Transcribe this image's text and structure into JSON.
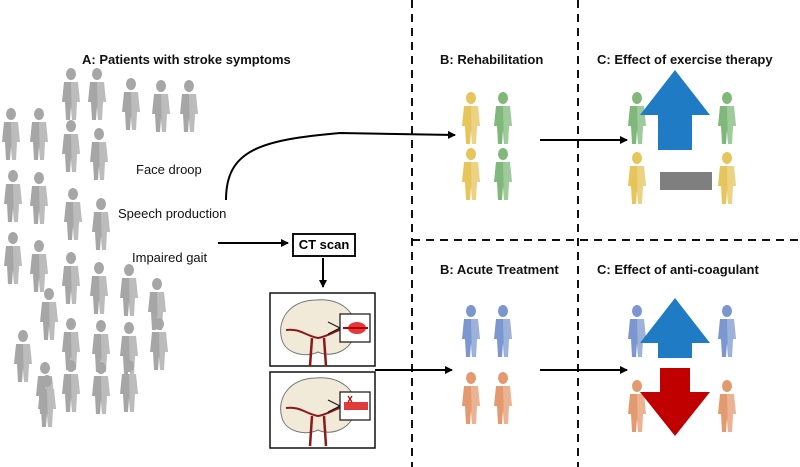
{
  "panel_a": {
    "title": "A: Patients with stroke symptoms"
  },
  "symptoms": {
    "face": "Face droop",
    "speech": "Speech production",
    "gait": "Impaired gait"
  },
  "ct": {
    "label": "CT scan"
  },
  "panel_b_rehab": {
    "title": "B: Rehabilitation"
  },
  "panel_b_acute": {
    "title": "B: Acute Treatment"
  },
  "panel_c_exercise": {
    "title": "C: Effect of exercise therapy"
  },
  "panel_c_anticoag": {
    "title": "C: Effect of anti-coagulant"
  },
  "colors": {
    "gray": "#a6a6a6",
    "yellow": "#e6c55a",
    "green": "#7fb87a",
    "blue": "#7c97cf",
    "orange": "#e49a6f",
    "arrow_blue": "#1f7cc4",
    "arrow_red": "#c00000",
    "bar_gray": "#7f7f7f",
    "vessel": "#8b1a1a",
    "brain": "#f2ead8"
  }
}
